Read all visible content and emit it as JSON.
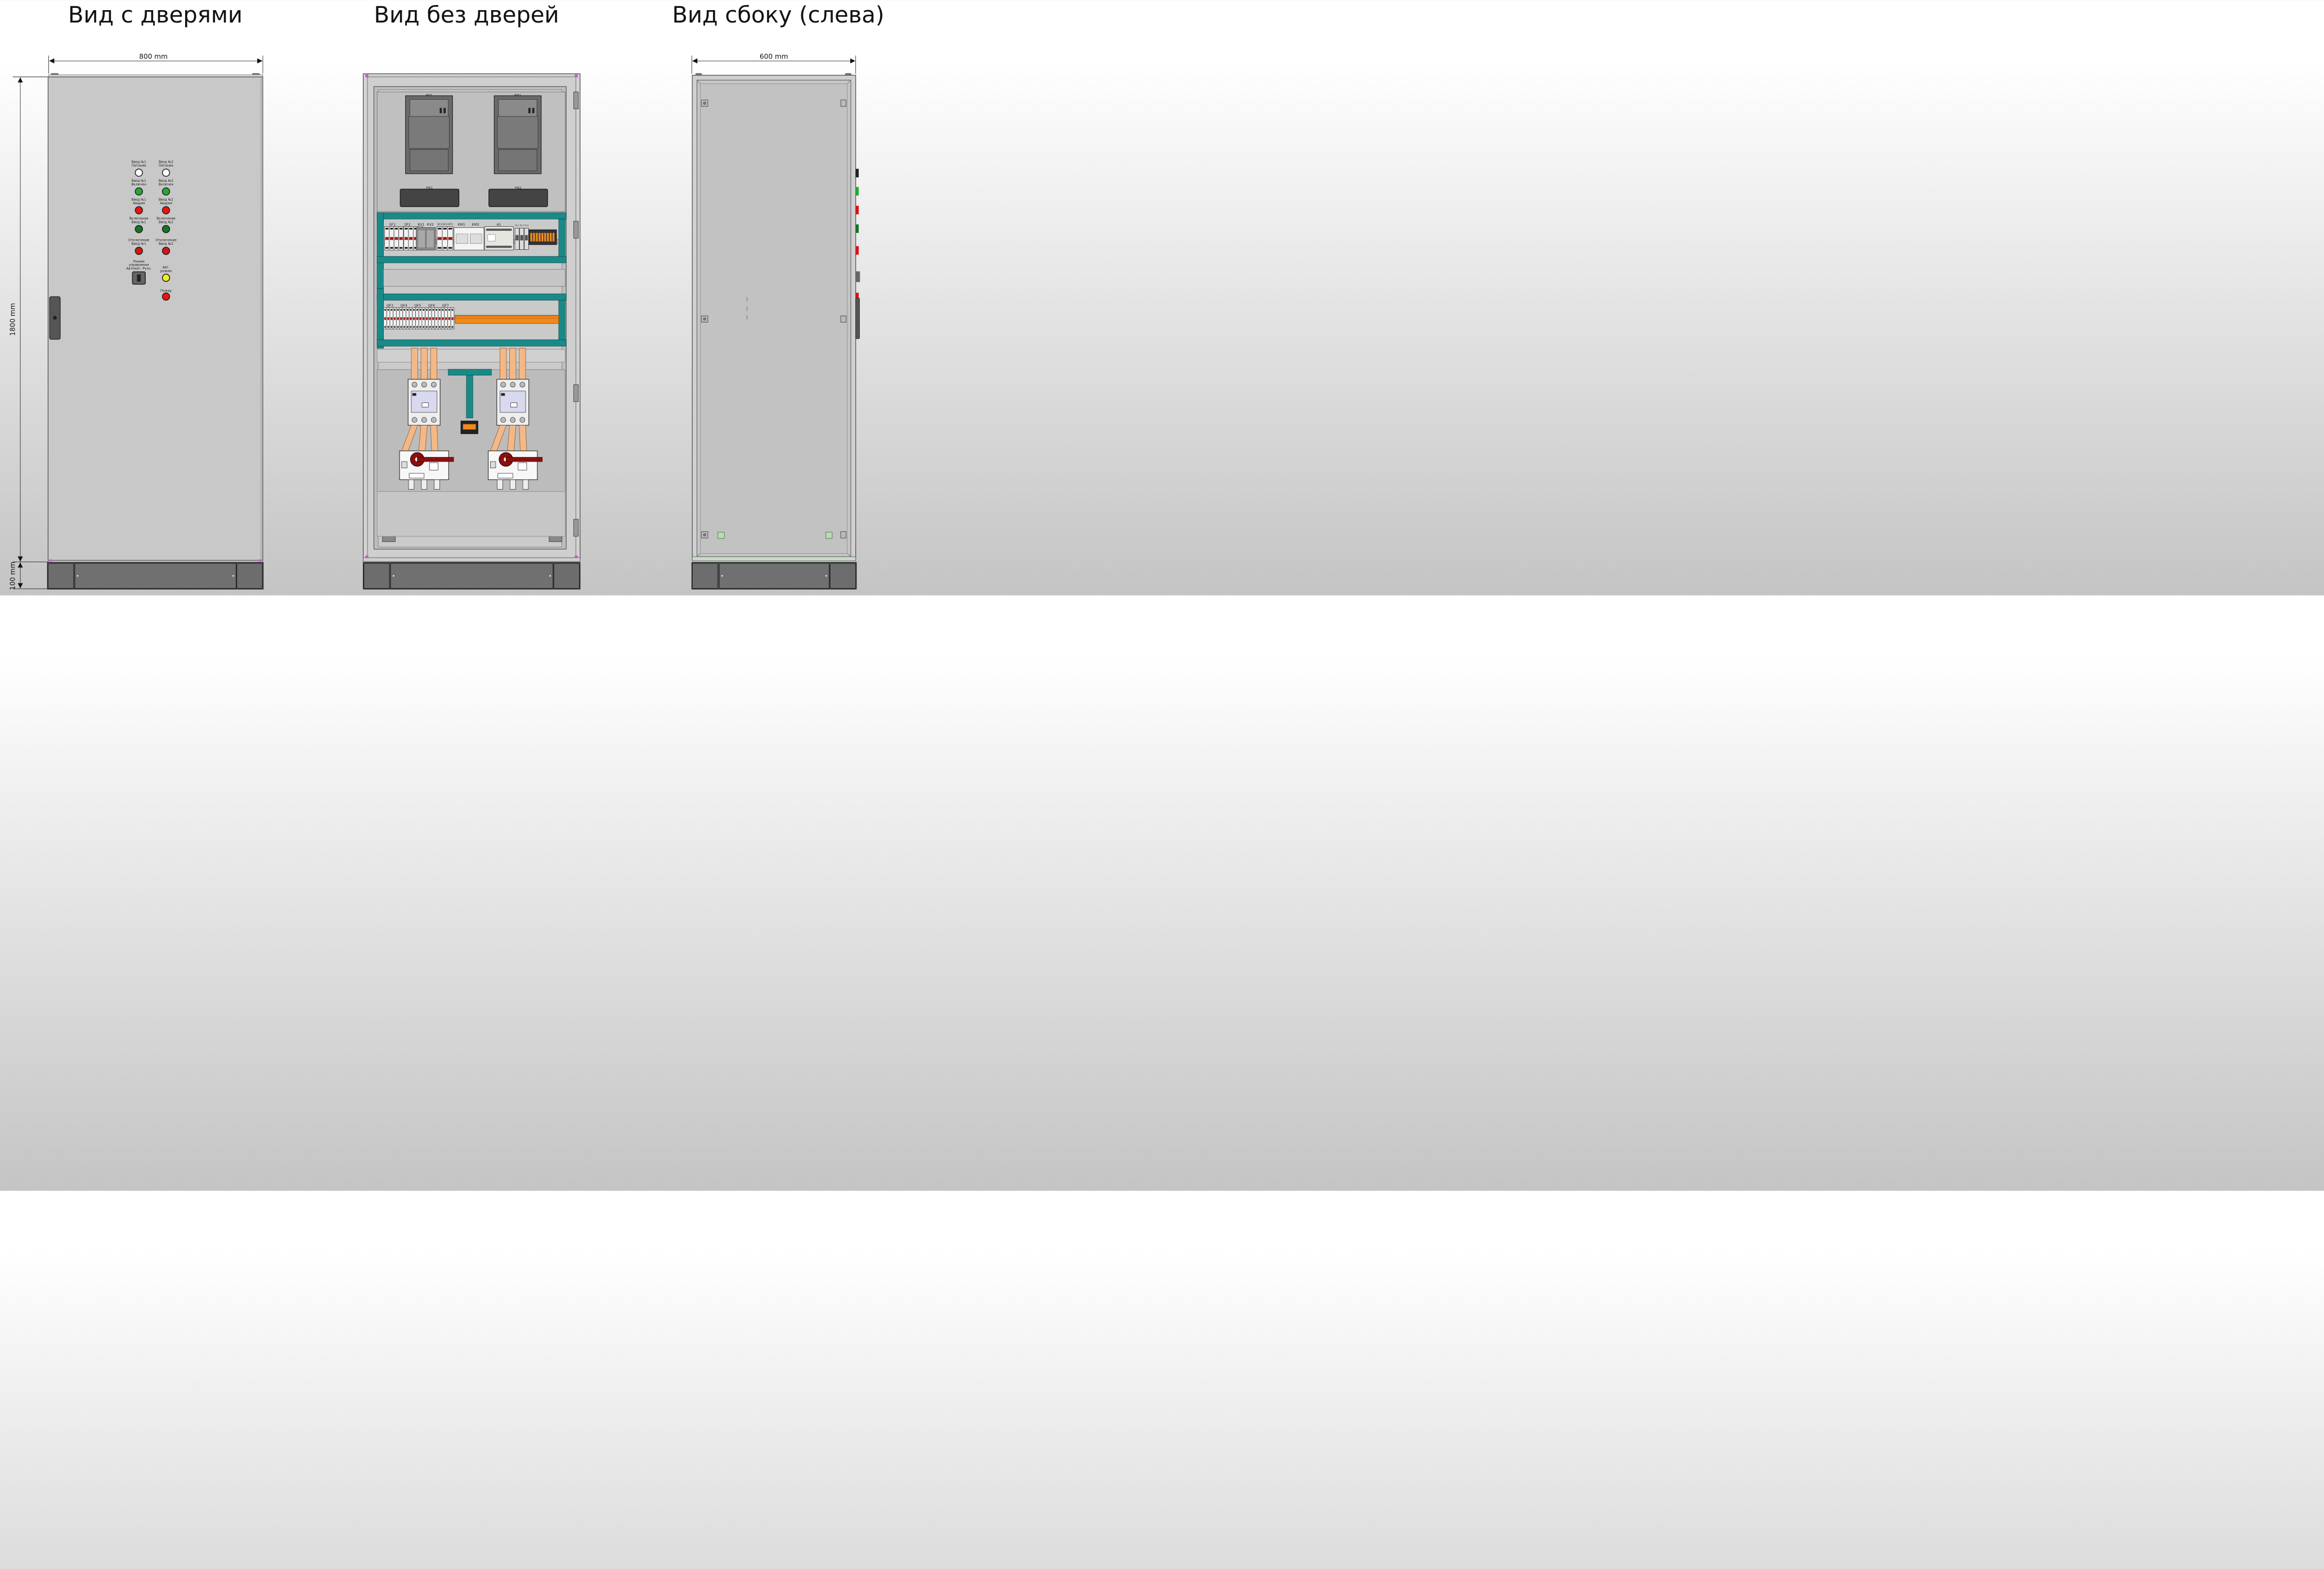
{
  "titles": {
    "with_doors": "Вид с дверями",
    "without_doors": "Вид без дверей",
    "side_left": "Вид сбоку (слева)"
  },
  "dimensions": {
    "width_front": "800 mm",
    "width_side": "600 mm",
    "height_cabinet": "1800 mm",
    "height_plinth": "100 mm"
  },
  "door_panel": {
    "indicators": [
      {
        "label1": "Ввод №1",
        "label2": "Питание",
        "color": "#ffffff"
      },
      {
        "label1": "Ввод №2",
        "label2": "Питание",
        "color": "#ffffff"
      },
      {
        "label1": "Ввод №1",
        "label2": "Включен",
        "color": "#22aa33"
      },
      {
        "label1": "Ввод №2",
        "label2": "Включен",
        "color": "#22aa33"
      },
      {
        "label1": "Ввод №1",
        "label2": "Авария",
        "color": "#ee1111"
      },
      {
        "label1": "Ввод №2",
        "label2": "Авария",
        "color": "#ee1111"
      },
      {
        "label1": "Включение",
        "label2": "Ввод №1",
        "color": "#117722"
      },
      {
        "label1": "Включение",
        "label2": "Ввод №2",
        "color": "#117722"
      },
      {
        "label1": "Отключение",
        "label2": "Ввод №1",
        "color": "#dd1111"
      },
      {
        "label1": "Отключение",
        "label2": "Ввод №2",
        "color": "#dd1111"
      }
    ],
    "mode_switch": {
      "label1": "Режим",
      "label2": "управления",
      "label3": "Автомат.-Ручн."
    },
    "auto_mode": {
      "label1": "Авт.",
      "label2": "режим",
      "color": "#eeee22"
    },
    "fire": {
      "label": "Пожар",
      "color": "#ee1111"
    }
  },
  "interior": {
    "meters": [
      "PW1",
      "PW2"
    ],
    "meter_displays": [
      "PW1",
      "PW2"
    ],
    "rail1_labels": [
      "SF1",
      "SF2",
      "KV1",
      "KV2",
      "SF3",
      "SF4",
      "SF5",
      "KM1",
      "KM2",
      "A1",
      "XL1",
      "XL2",
      "XL3"
    ],
    "rail2_labels": [
      "QF3",
      "QF4",
      "QF5",
      "QF6",
      "QF7"
    ]
  },
  "colors": {
    "rail_frame": "#1a8a88",
    "busbar": "#f4b887",
    "orange_rail": "#f08a1c",
    "handle": "#8a1010",
    "enclosure": "#c8c8c8"
  }
}
